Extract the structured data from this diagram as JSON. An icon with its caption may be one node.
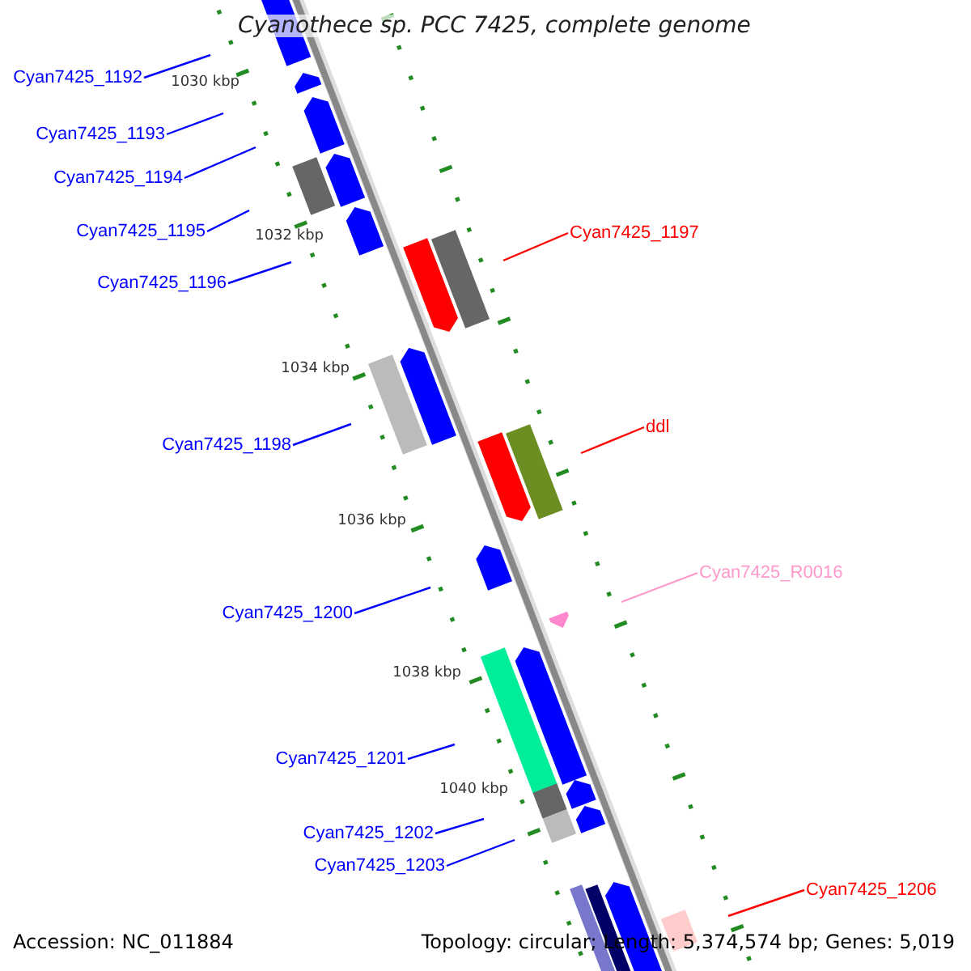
{
  "diagram": {
    "title": "Cyanothece sp. PCC 7425, complete genome",
    "nodes": [
      {
        "text": [
          "Cyan7425_1192"
        ]
      },
      {
        "text": [
          "Cyan7425_1193"
        ]
      },
      {
        "text": [
          "Cyan7425_1194"
        ]
      },
      {
        "text": [
          "Cyan7425_1195"
        ]
      },
      {
        "text": [
          "Cyan7425_1196"
        ]
      },
      {
        "text": [
          "Cyan7425_1197"
        ]
      },
      {
        "text": [
          "Cyan7425_1198"
        ]
      },
      {
        "text": [
          "ddl"
        ]
      },
      {
        "text": [
          "Cyan7425_1200"
        ]
      },
      {
        "text": [
          "Cyan7425_R0016"
        ]
      },
      {
        "text": [
          "Cyan7425_1201"
        ]
      },
      {
        "text": [
          "Cyan7425_1202"
        ]
      },
      {
        "text": [
          "Cyan7425_1203"
        ]
      },
      {
        "text": [
          "Cyan7425_1206"
        ]
      }
    ],
    "edges": [
      {
        "from": 0,
        "to": null,
        "arrow": "none"
      },
      {
        "from": 1,
        "to": null,
        "arrow": "none"
      },
      {
        "from": 2,
        "to": null,
        "arrow": "none"
      },
      {
        "from": 3,
        "to": null,
        "arrow": "none"
      },
      {
        "from": 4,
        "to": null,
        "arrow": "none"
      },
      {
        "from": 5,
        "to": null,
        "arrow": "none",
        "color": "#ff0000"
      },
      {
        "from": 6,
        "to": null,
        "arrow": "none"
      },
      {
        "from": 7,
        "to": null,
        "arrow": "none",
        "color": "#ff0000"
      },
      {
        "from": 8,
        "to": null,
        "arrow": "none"
      },
      {
        "from": 9,
        "to": null,
        "arrow": "none",
        "color": "#ff99cc"
      },
      {
        "from": 10,
        "to": null,
        "arrow": "none"
      },
      {
        "from": 11,
        "to": null,
        "arrow": "none"
      },
      {
        "from": 12,
        "to": null,
        "arrow": "none"
      },
      {
        "from": 13,
        "to": null,
        "arrow": "none",
        "color": "#ff0000"
      }
    ],
    "labels": [
      "1030 kbp",
      "1032 kbp",
      "1034 kbp",
      "1036 kbp",
      "1038 kbp",
      "1040 kbp",
      "Accession: NC_011884",
      "Topology: circular; Length: 5,374,574 bp; Genes: 5,019"
    ]
  }
}
